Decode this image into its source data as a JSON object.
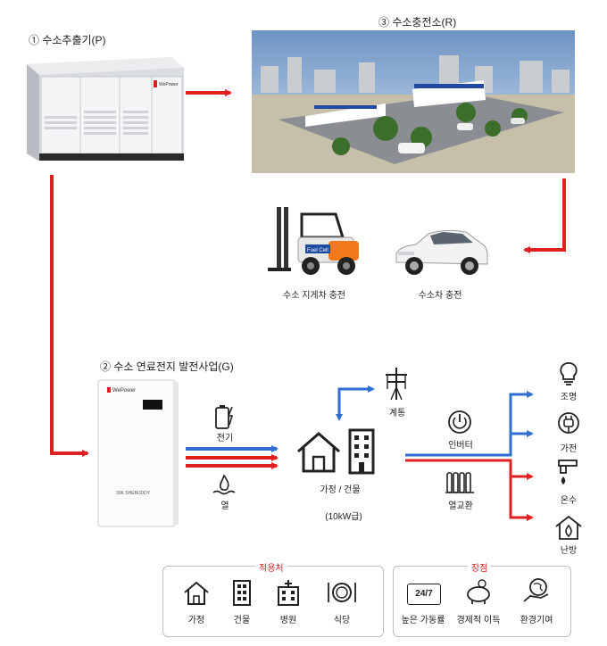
{
  "extractor": {
    "label": "① 수소추출기(P)",
    "brand": "WePower"
  },
  "station": {
    "label": "③ 수소충전소(R)"
  },
  "forklift": {
    "label": "수소 지게차 충전",
    "badge": "Fuel Cell"
  },
  "car": {
    "label": "수소차 충전"
  },
  "fuelcell": {
    "label": "② 수소 연료전지 발전사업(G)",
    "brand": "WePower",
    "model": "30K SHEBUDDY"
  },
  "flows": {
    "electricity": "전기",
    "heat": "열"
  },
  "grid": {
    "label": "계통"
  },
  "building": {
    "label": "가정 / 건물",
    "capacity": "(10kW급)"
  },
  "inverter": {
    "label": "인버터"
  },
  "exchanger": {
    "label": "열교환"
  },
  "outputs": {
    "lighting": "조명",
    "appliance": "가전",
    "hotwater": "온수",
    "heating": "난방"
  },
  "applications": {
    "title": "적용처",
    "items": [
      {
        "label": "가정",
        "icon": "house-icon"
      },
      {
        "label": "건물",
        "icon": "building-icon"
      },
      {
        "label": "병원",
        "icon": "hospital-icon"
      },
      {
        "label": "식당",
        "icon": "dining-icon"
      }
    ]
  },
  "advantages": {
    "title": "장점",
    "items": [
      {
        "label": "높은 가동률",
        "icon": "24-7-icon",
        "badge": "24/7"
      },
      {
        "label": "경제적 이득",
        "icon": "piggy-bank-icon"
      },
      {
        "label": "환경기여",
        "icon": "eco-hand-icon"
      }
    ]
  },
  "colors": {
    "red": "#e02020",
    "blue": "#2f6fd1",
    "text": "#222222"
  }
}
